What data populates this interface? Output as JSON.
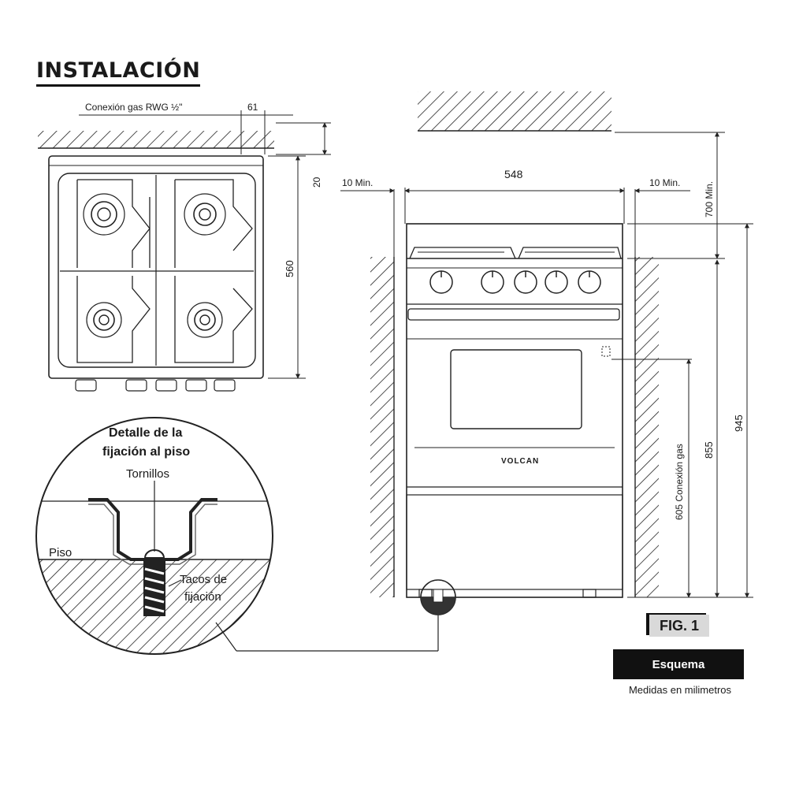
{
  "title": "INSTALACIÓN",
  "top_view": {
    "gas_connection_label": "Conexión gas RWG ½\"",
    "dim_gas_offset": "61",
    "dim_wall_gap": "20",
    "dim_depth": "560"
  },
  "front_view": {
    "dim_width": "548",
    "dim_side_left": "10 Min.",
    "dim_side_right": "10 Min.",
    "dim_top_clearance": "700 Min.",
    "dim_gas_height": "605 Conexión gas",
    "dim_worktop_height": "855",
    "dim_total_height": "945",
    "brand": "VOLCAN"
  },
  "detail": {
    "heading_line1": "Detalle de la",
    "heading_line2": "fijación al piso",
    "screws_label": "Tornillos",
    "floor_label": "Piso",
    "anchors_label_line1": "Tacos de",
    "anchors_label_line2": "fijación"
  },
  "legend": {
    "figure_label": "FIG. 1",
    "caption": "Esquema",
    "units_note": "Medidas en milimetros"
  }
}
